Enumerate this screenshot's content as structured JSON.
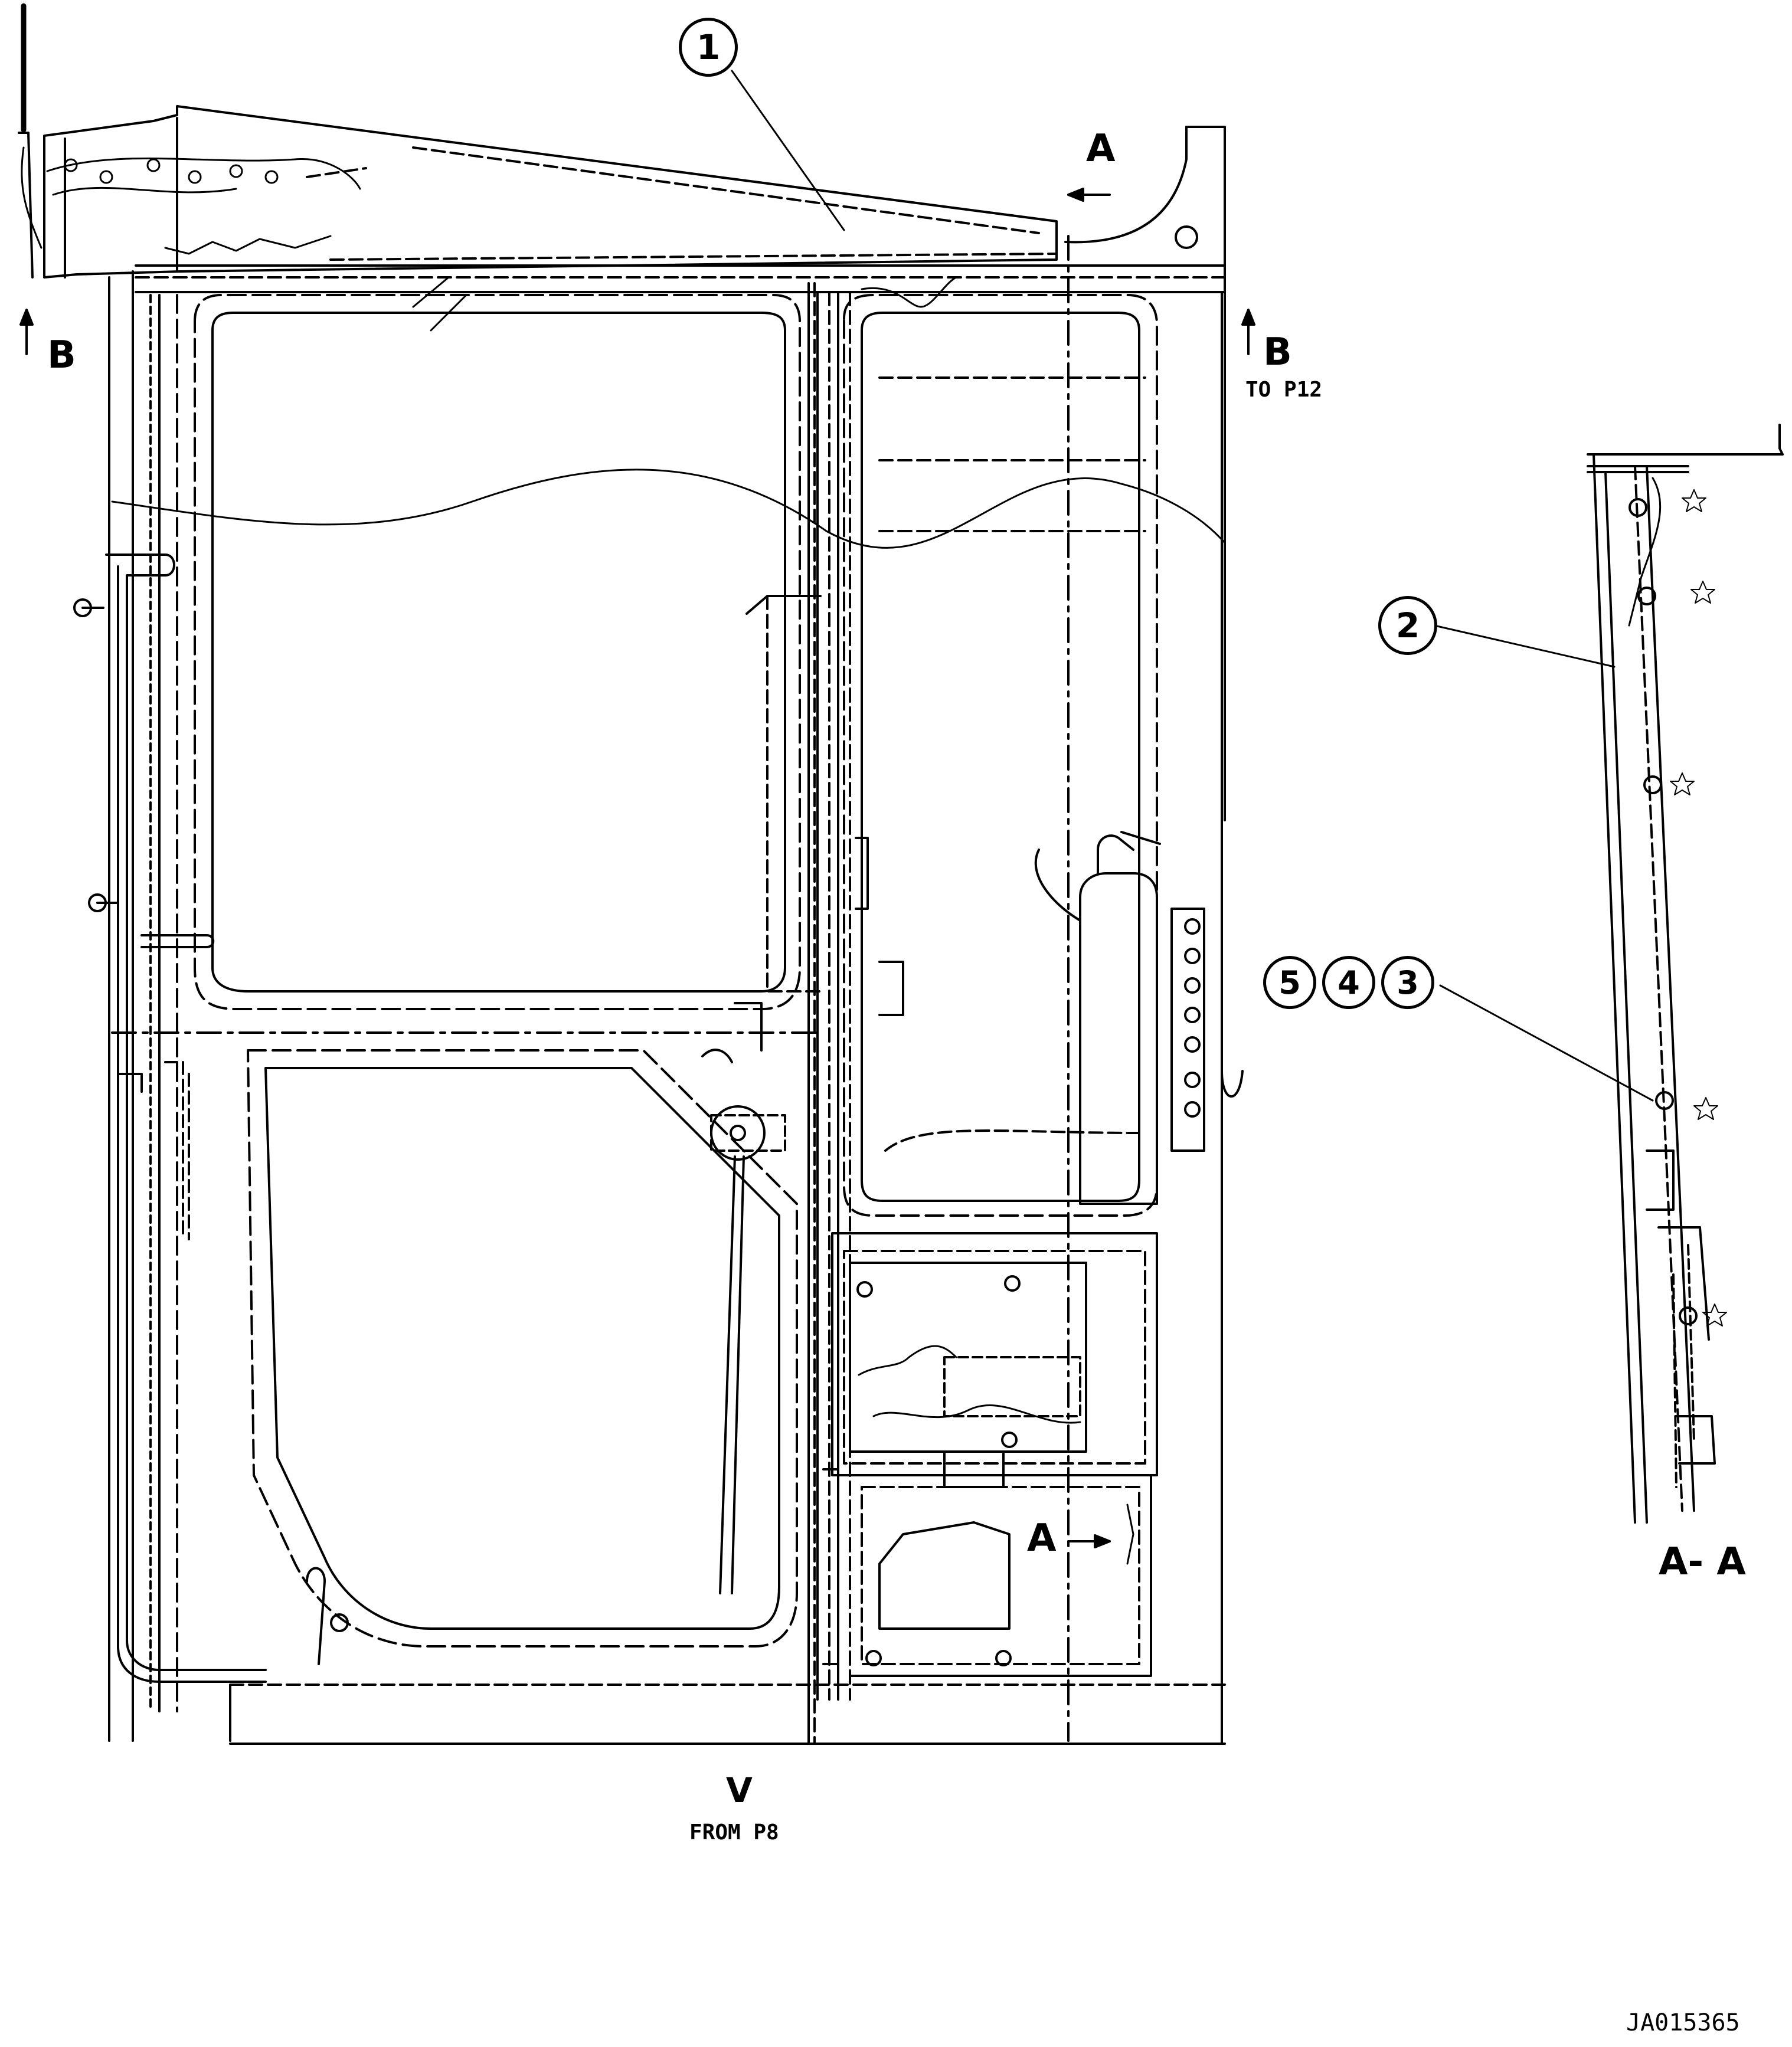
{
  "callouts": {
    "c1": "1",
    "c2": "2",
    "c3": "3",
    "c4": "4",
    "c5": "5"
  },
  "section_marks": {
    "a_top": "A",
    "a_bottom": "A",
    "b_left": "B",
    "b_right": "B",
    "b_right_ref": "TO P12"
  },
  "view": {
    "label": "V",
    "ref": "FROM P8"
  },
  "section_view_title": "A- A",
  "drawing_id": "JA015365"
}
